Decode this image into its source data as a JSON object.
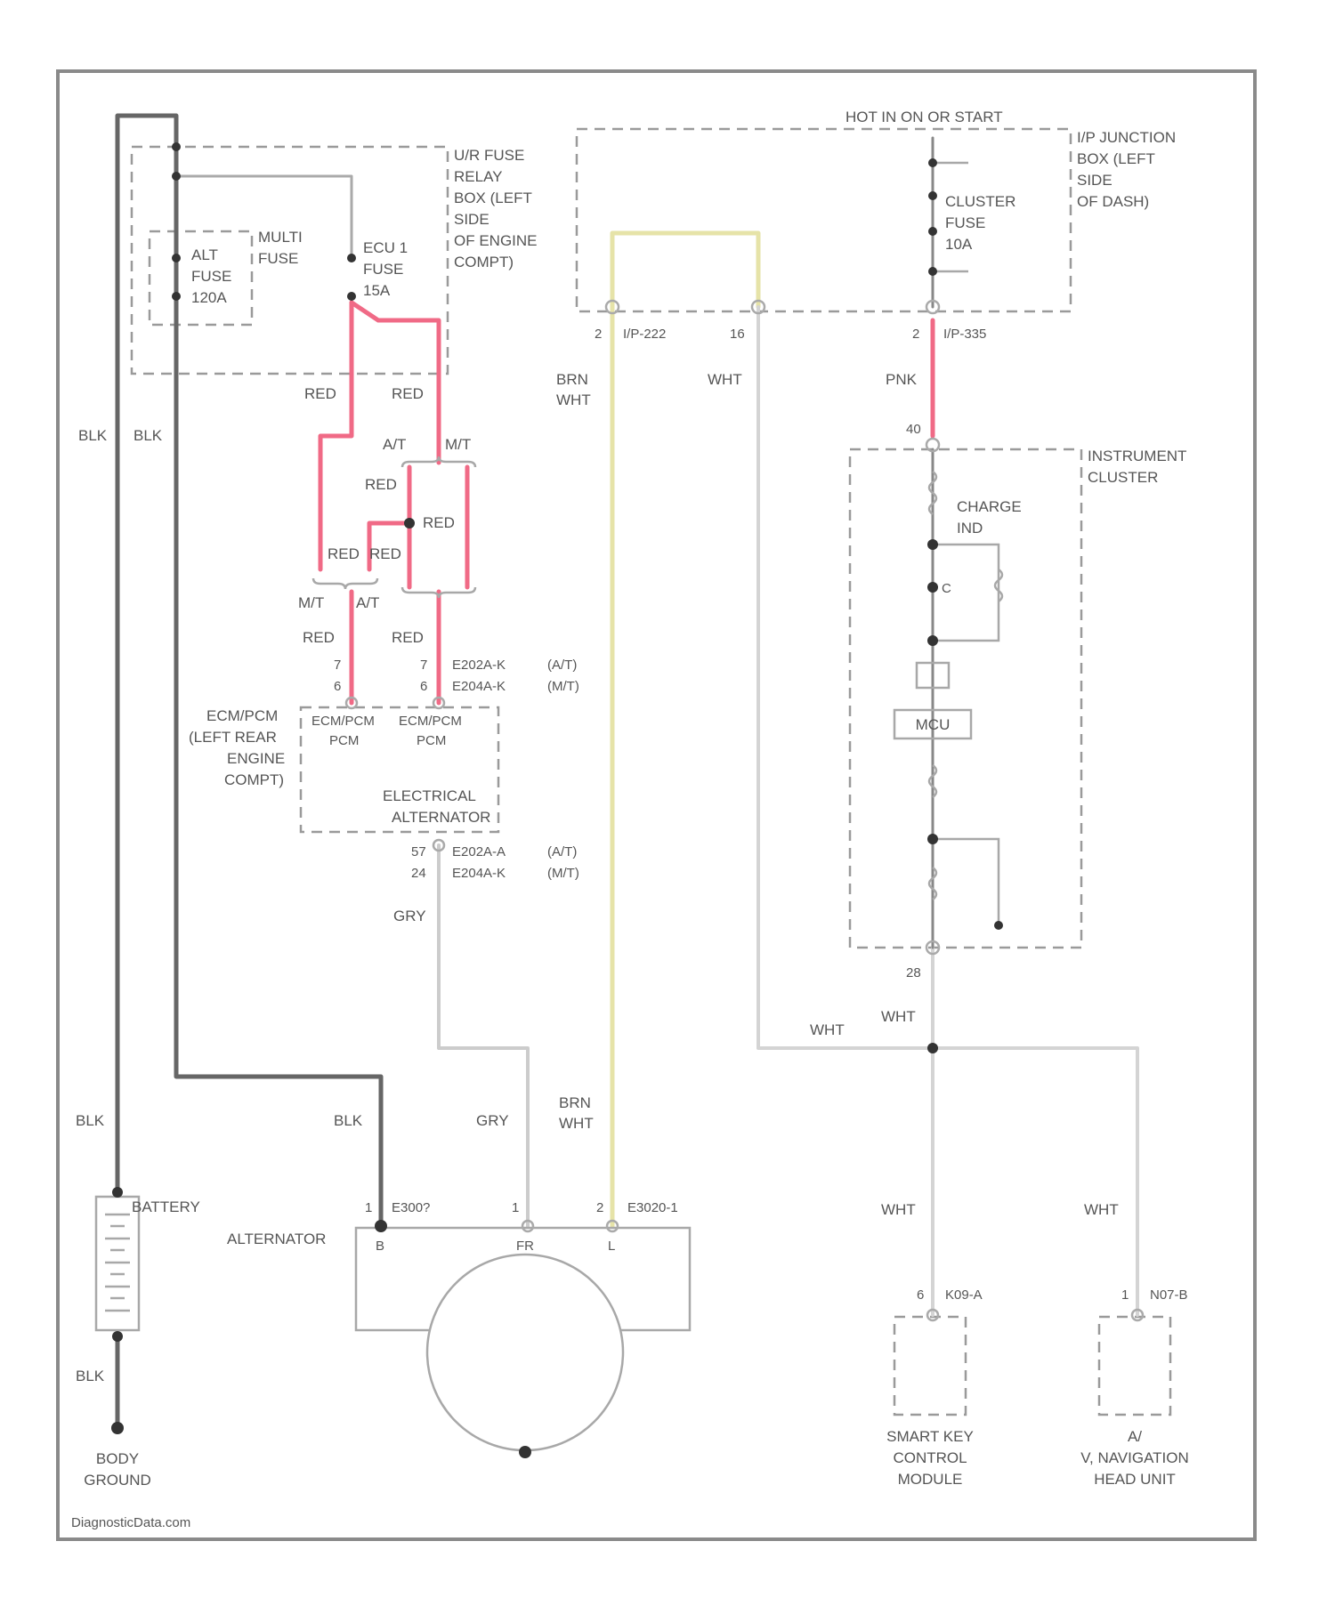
{
  "colors": {
    "blk": "#666666",
    "red": "#f06a86",
    "pnk": "#f06a86",
    "wht": "#d4d4d4",
    "gry": "#cccccc",
    "brn_wht": "#e6e3a8",
    "frame": "#8a8a8a"
  },
  "boxes": {
    "ur_fuse_box": [
      "U/R FUSE",
      "RELAY",
      "BOX (LEFT",
      "SIDE",
      "OF ENGINE",
      "COMPT)"
    ],
    "junction_box": [
      "I/P JUNCTION",
      "BOX (LEFT",
      "SIDE",
      "OF DASH)"
    ],
    "hot_label": "HOT IN ON OR START",
    "instrument_cluster": [
      "INSTRUMENT",
      "CLUSTER"
    ],
    "ecm_pcm_location": [
      "ECM/PCM",
      "(LEFT REAR",
      "ENGINE",
      "COMPT)"
    ],
    "electrical_alternator": [
      "ELECTRICAL",
      "ALTERNATOR"
    ],
    "multi_fuse": [
      "MULTI",
      "FUSE"
    ]
  },
  "fuses": {
    "alt": [
      "ALT",
      "FUSE",
      "120A"
    ],
    "ecu": [
      "ECU 1",
      "FUSE",
      "15A"
    ],
    "cluster": [
      "CLUSTER",
      "FUSE",
      "10A"
    ]
  },
  "wire_labels": {
    "blk": "BLK",
    "red": "RED",
    "pnk": "PNK",
    "wht": "WHT",
    "gry": "GRY",
    "brn": "BRN",
    "wht2": "WHT",
    "at": "A/T",
    "mt": "M/T"
  },
  "connectors": {
    "ip222": "I/P-222",
    "ip222_pin": "2",
    "pin16": "16",
    "ip335": "I/P-335",
    "ip335_pin": "2",
    "cluster_pin_in": "40",
    "cluster_pin_out": "28",
    "e202a_at": "E202A-K",
    "e204a_mt": "E204A-K",
    "at_tag": "(A/T)",
    "mt_tag": "(M/T)",
    "pin_7": "7",
    "pin_6": "6",
    "pin_57": "57",
    "pin_24": "24",
    "e202a_at2": "E202A-A",
    "e204a_mt2": "E204A-K",
    "e300": "E300?",
    "e300_pin": "1",
    "fr_pin": "1",
    "e3020": "E3020-1",
    "e3020_pin": "2",
    "k09": "K09-A",
    "k09_pin": "6",
    "n07": "N07-B",
    "n07_pin": "1"
  },
  "components": {
    "ecm_pcm_a": [
      "ECM/PCM",
      "PCM"
    ],
    "ecm_pcm_b": [
      "ECM/PCM",
      "PCM"
    ],
    "charge_ind": [
      "CHARGE",
      "IND"
    ],
    "ic_pin": "C",
    "mcu": "MCU",
    "alternator": "ALTERNATOR",
    "alt_b": "B",
    "alt_fr": "FR",
    "alt_l": "L",
    "battery": "BATTERY",
    "body_ground": [
      "BODY",
      "GROUND"
    ],
    "smart_key": [
      "SMART KEY",
      "CONTROL",
      "MODULE"
    ],
    "navigation": [
      "A/",
      "V, NAVIGATION",
      "HEAD UNIT"
    ]
  },
  "footer": "DiagnosticData.com"
}
